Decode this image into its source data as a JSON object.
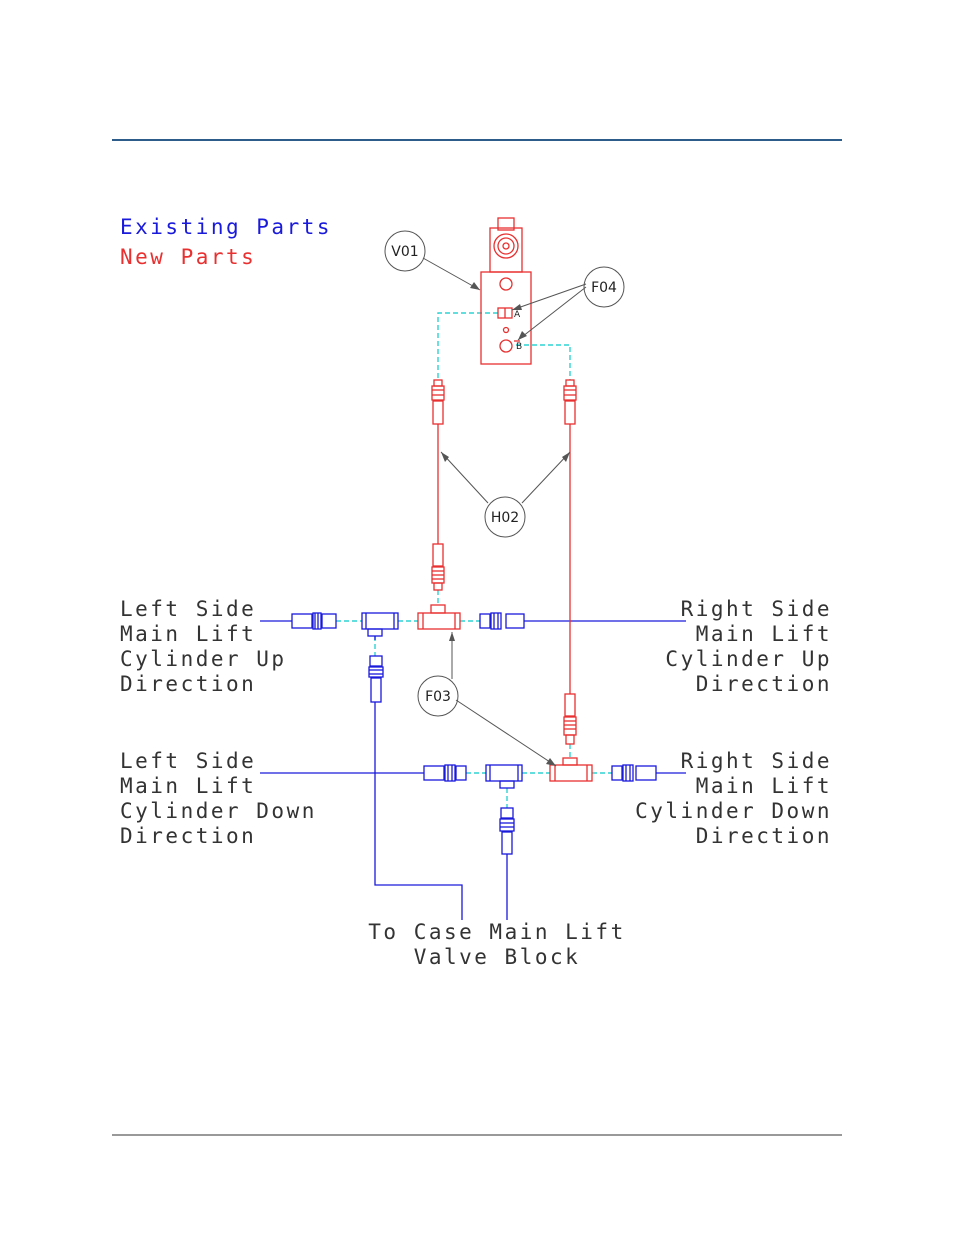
{
  "legend": {
    "existing": "Existing Parts",
    "new": "New Parts"
  },
  "callouts": {
    "v01": "V01",
    "f04": "F04",
    "h02": "H02",
    "f03": "F03"
  },
  "ports": {
    "a": "A",
    "b": "B"
  },
  "labels": {
    "left_up": [
      "Left Side",
      "Main Lift",
      "Cylinder Up",
      "Direction"
    ],
    "right_up": [
      "Right Side",
      "Main Lift",
      "Cylinder Up",
      "Direction"
    ],
    "left_down": [
      "Left Side",
      "Main Lift",
      "Cylinder Down",
      "Direction"
    ],
    "right_down": [
      "Right Side",
      "Main Lift",
      "Cylinder Down",
      "Direction"
    ],
    "bottom": [
      "To Case Main Lift",
      "Valve Block"
    ]
  },
  "colors": {
    "existing": "#1a1adb",
    "new": "#e83030",
    "connection": "#2ed3d3",
    "header_rule": "#2e5c8a",
    "footer_rule": "#333333",
    "callout": "#555555"
  }
}
